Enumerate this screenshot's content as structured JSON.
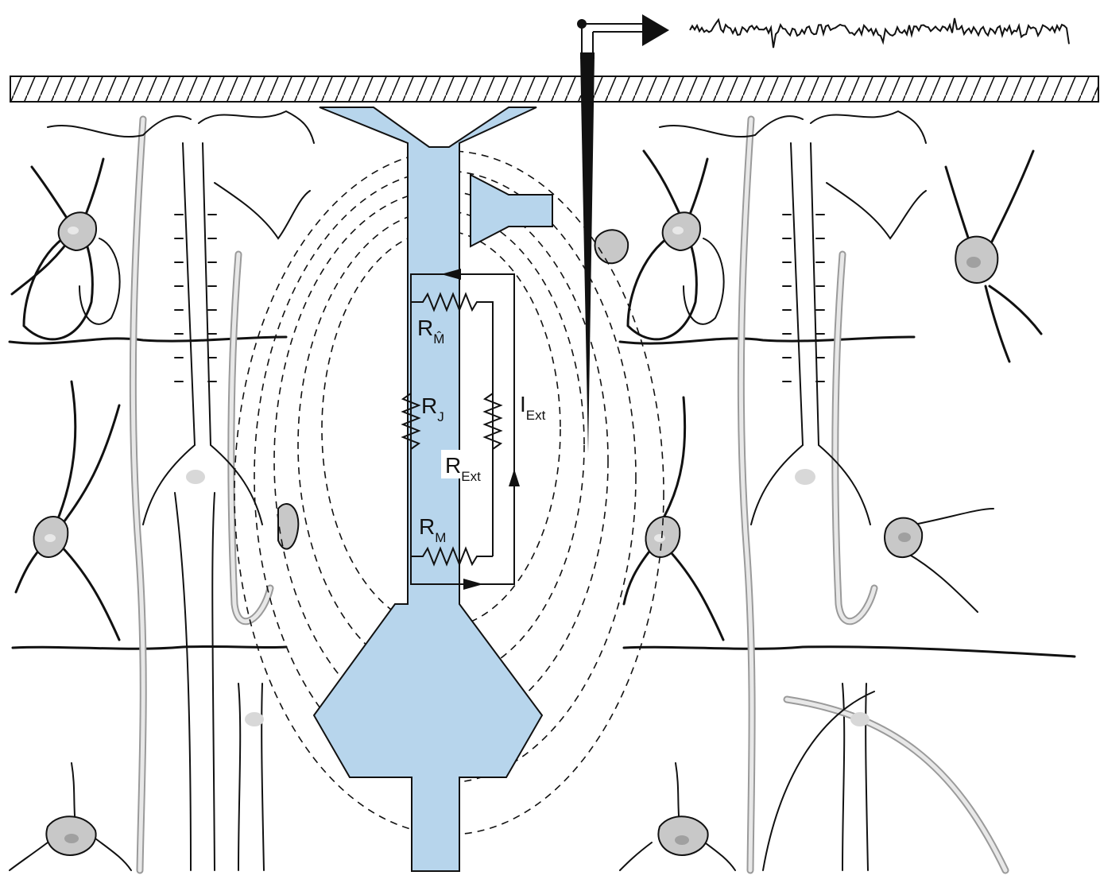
{
  "labels": {
    "r_m_hat": {
      "main": "R",
      "sub": "M̂"
    },
    "r_j": {
      "main": "R",
      "sub": "J"
    },
    "r_ext": {
      "main": "R",
      "sub": "Ext"
    },
    "r_m": {
      "main": "R",
      "sub": "M"
    },
    "i_ext": {
      "main": "I",
      "sub": "Ext"
    }
  },
  "colors": {
    "neuron_fill": "#b7d5ec",
    "line": "#111111",
    "cell_gray": "#c8c8c8",
    "cell_dark": "#a8a8a8"
  },
  "icons": [
    "electrode-icon",
    "output-arrow-icon",
    "resistor-icon"
  ]
}
